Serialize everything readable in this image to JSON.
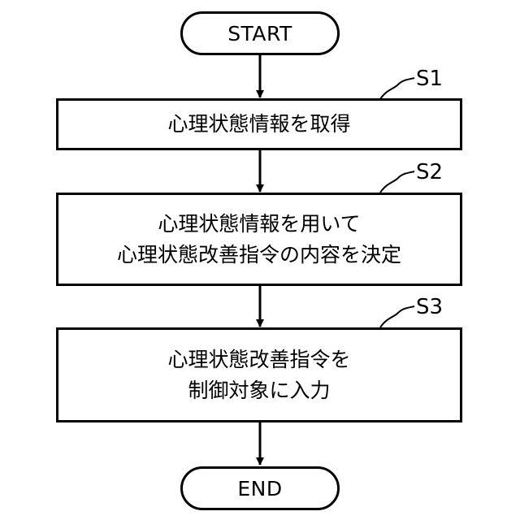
{
  "start": {
    "label": "START"
  },
  "end": {
    "label": "END"
  },
  "steps": [
    {
      "id": "S1",
      "lines": [
        "心理状態情報を取得"
      ]
    },
    {
      "id": "S2",
      "lines": [
        "心理状態情報を用いて",
        "心理状態改善指令の内容を決定"
      ]
    },
    {
      "id": "S3",
      "lines": [
        "心理状態改善指令を",
        "制御対象に入力"
      ]
    }
  ],
  "colors": {
    "stroke": "#000000",
    "background": "#ffffff"
  }
}
